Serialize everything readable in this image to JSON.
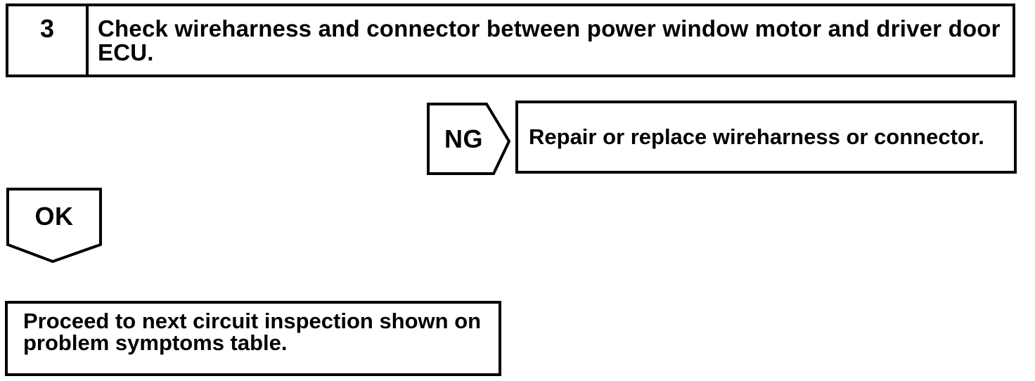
{
  "flowchart": {
    "step": {
      "number": "3",
      "instruction": "Check wireharness and connector between power window motor and driver door ECU.",
      "instruction_lines": [
        "Check wireharness and connector between power window motor and driver door",
        "ECU."
      ]
    },
    "ng": {
      "label": "NG",
      "result": "Repair or replace wireharness or connector."
    },
    "ok": {
      "label": "OK",
      "result": "Proceed to next circuit inspection shown on problem symptoms table.",
      "result_lines": [
        "Proceed to next circuit inspection shown on",
        "problem symptoms table."
      ]
    },
    "colors": {
      "line": "#000000",
      "background": "#ffffff"
    }
  }
}
